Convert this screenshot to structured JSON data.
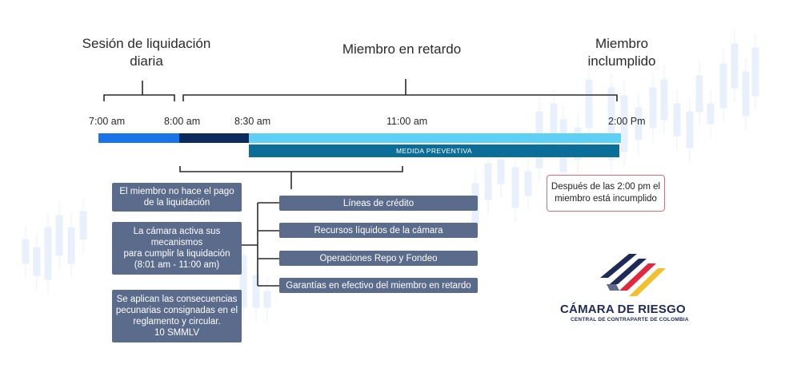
{
  "phases": {
    "session": [
      "Sesión de liquidación",
      "diaria"
    ],
    "late_member": "Miembro en retardo",
    "defaulted_member": [
      "Miembro",
      "inclumplido"
    ]
  },
  "times": [
    "7:00 am",
    "8:00 am",
    "8:30 am",
    "11:00 am",
    "2:00 Pm"
  ],
  "timeline": {
    "preventive_label": "MEDIDA PREVENTIVA",
    "colors": {
      "session": "#1a73e8",
      "grace": "#0c2a5c",
      "late": "#5fd0f5",
      "preventive": "#0b6e98"
    }
  },
  "left_boxes": [
    [
      "El miembro no hace el pago",
      "de la liquidación"
    ],
    [
      "La cámara activa sus",
      "mecanismos",
      "para cumplir la liquidación",
      "(8:01 am - 11:00 am)"
    ],
    [
      "Se aplican las consecuencias",
      "pecunarias consignadas en el",
      "reglamento y circular.",
      "10 SMMLV"
    ]
  ],
  "mechanisms": [
    "Líneas de crédito",
    "Recursos líquidos de la cámara",
    "Operaciones Repo y Fondeo",
    "Garantías en efectivo del miembro en retardo"
  ],
  "default_note": [
    "Después de las 2:00 pm el",
    "miembro está incumplido"
  ],
  "logo": {
    "title": "CÁMARA DE RIESGO",
    "subtitle": "CENTRAL DE CONTRAPARTE DE COLOMBIA",
    "colors": [
      "#1e2b57",
      "#e0283f",
      "#f2c12e"
    ]
  },
  "colors": {
    "box": "#5b6b8c",
    "alert_border": "#e06a78",
    "background_candles": "#e6f0fa"
  }
}
